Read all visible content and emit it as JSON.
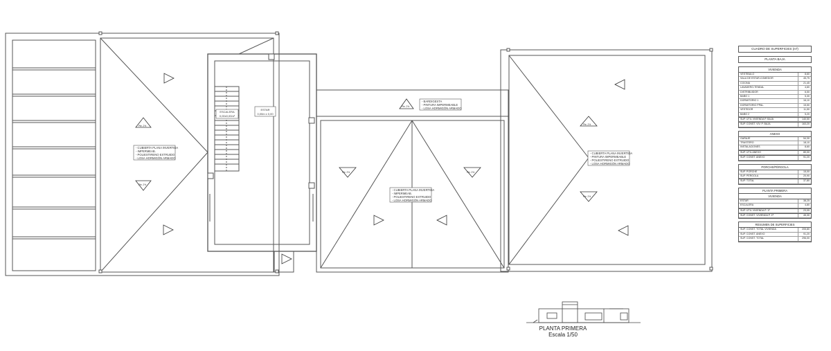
{
  "title": "PLANTA PRIMERA",
  "scale": "Escala 1/50",
  "labels": {
    "escalera": "ESCALERA",
    "escalera_dim": "0,00x0,00m²",
    "estar": "ESTAR",
    "estar_dim": "0,00m x 0,00",
    "note_left": [
      "- CUBIERTA PLANA INVERTIDA",
      "- IMPERMEAB.",
      "- POLIESTIRENO EXTRUIDO",
      "- LOSA HORMIGÓN ARMADO"
    ],
    "note_top": [
      "- BARDIGESTA",
      "- PINTURA IMPERMEABLE",
      "- LOSA HORMIGÓN ARMADO"
    ],
    "note_center": [
      "- CUBIERTA PLANA INVERTIDA",
      "- IMPERMEAB.",
      "- POLIESTIRENO EXTRUIDO",
      "- LOSA HORMIGÓN ARMADO"
    ],
    "note_right": [
      "- CUBIERTA PLANA INVERTIDA",
      "- PINTURA IMPERMEABLE",
      "- POLIESTIRENO EXTRUIDO",
      "- LOSA HORMIGÓN ARMADO"
    ],
    "slope_mark": "Pte. 2%"
  },
  "surfaces": {
    "title": "CUADRO DE SUPERFICIES (m²)",
    "planta_baja": "PLANTA BAJA",
    "groups": [
      {
        "header": "VIVIENDA",
        "rows": [
          {
            "k": "VESTÍBULO",
            "v": "8,60"
          },
          {
            "k": "SALA DE ESTAR-COMEDOR",
            "v": "45,75"
          },
          {
            "k": "COCINA",
            "v": "21,45"
          },
          {
            "k": "LAVADERO-TENDAL",
            "v": "4,60"
          },
          {
            "k": "DISTRIBUIDOR",
            "v": "6,50"
          },
          {
            "k": "BAÑO 1",
            "v": "5,30"
          },
          {
            "k": "DORMITORIO 1",
            "v": "16,10"
          },
          {
            "k": "DORMITORIO PPAL.",
            "v": "15,50"
          },
          {
            "k": "VESTIDOR",
            "v": "11,50"
          },
          {
            "k": "BAÑO 2",
            "v": "5,20"
          }
        ],
        "totals": [
          {
            "k": "SUP. ÚTIL VIVIENDA P. BAJA",
            "v": "140,50"
          },
          {
            "k": "SUP. CONST. VIV. P. BAJA",
            "v": "163,20"
          }
        ]
      },
      {
        "header": "ANEXO",
        "rows": [
          {
            "k": "GARAJE",
            "v": "54,30"
          },
          {
            "k": "TRASTERO",
            "v": "18,10"
          },
          {
            "k": "INSTALACIONES",
            "v": "8,60"
          }
        ],
        "totals": [
          {
            "k": "SUP. ÚTIL ANEXO",
            "v": "80,00"
          },
          {
            "k": "SUP. CONST. ANEXO",
            "v": "91,20"
          }
        ]
      },
      {
        "header": "PORCHE/PÉRGOLA",
        "rows": [
          {
            "k": "SUP. PORCHE",
            "v": "15,00"
          },
          {
            "k": "SUP. PÉRGOLA",
            "v": "20,90"
          }
        ],
        "totals": [
          {
            "k": "SUP. TOTAL",
            "v": "37,80"
          }
        ]
      },
      {
        "header": "PLANTA PRIMERA",
        "sub": "VIVIENDA",
        "rows": [
          {
            "k": "ESTAR",
            "v": "38,25"
          },
          {
            "k": "ESCALERA",
            "v": "4,80"
          }
        ],
        "totals": [
          {
            "k": "SUP. ÚTIL VIVIENDA P. 1ª",
            "v": "23,05"
          },
          {
            "k": "SUP. CONST. VIVIENDA P. 1ª",
            "v": "45,30"
          }
        ]
      },
      {
        "header": "RESUMEN DE SUPERFICIES",
        "rows": [
          {
            "k": "SUP. CONST. TOTAL VIVIENDA",
            "v": "205,80"
          },
          {
            "k": "SUP. CONST. ANEXO",
            "v": "91,20"
          },
          {
            "k": "SUP. CONST. TOTAL",
            "v": "296,00"
          }
        ]
      }
    ]
  }
}
